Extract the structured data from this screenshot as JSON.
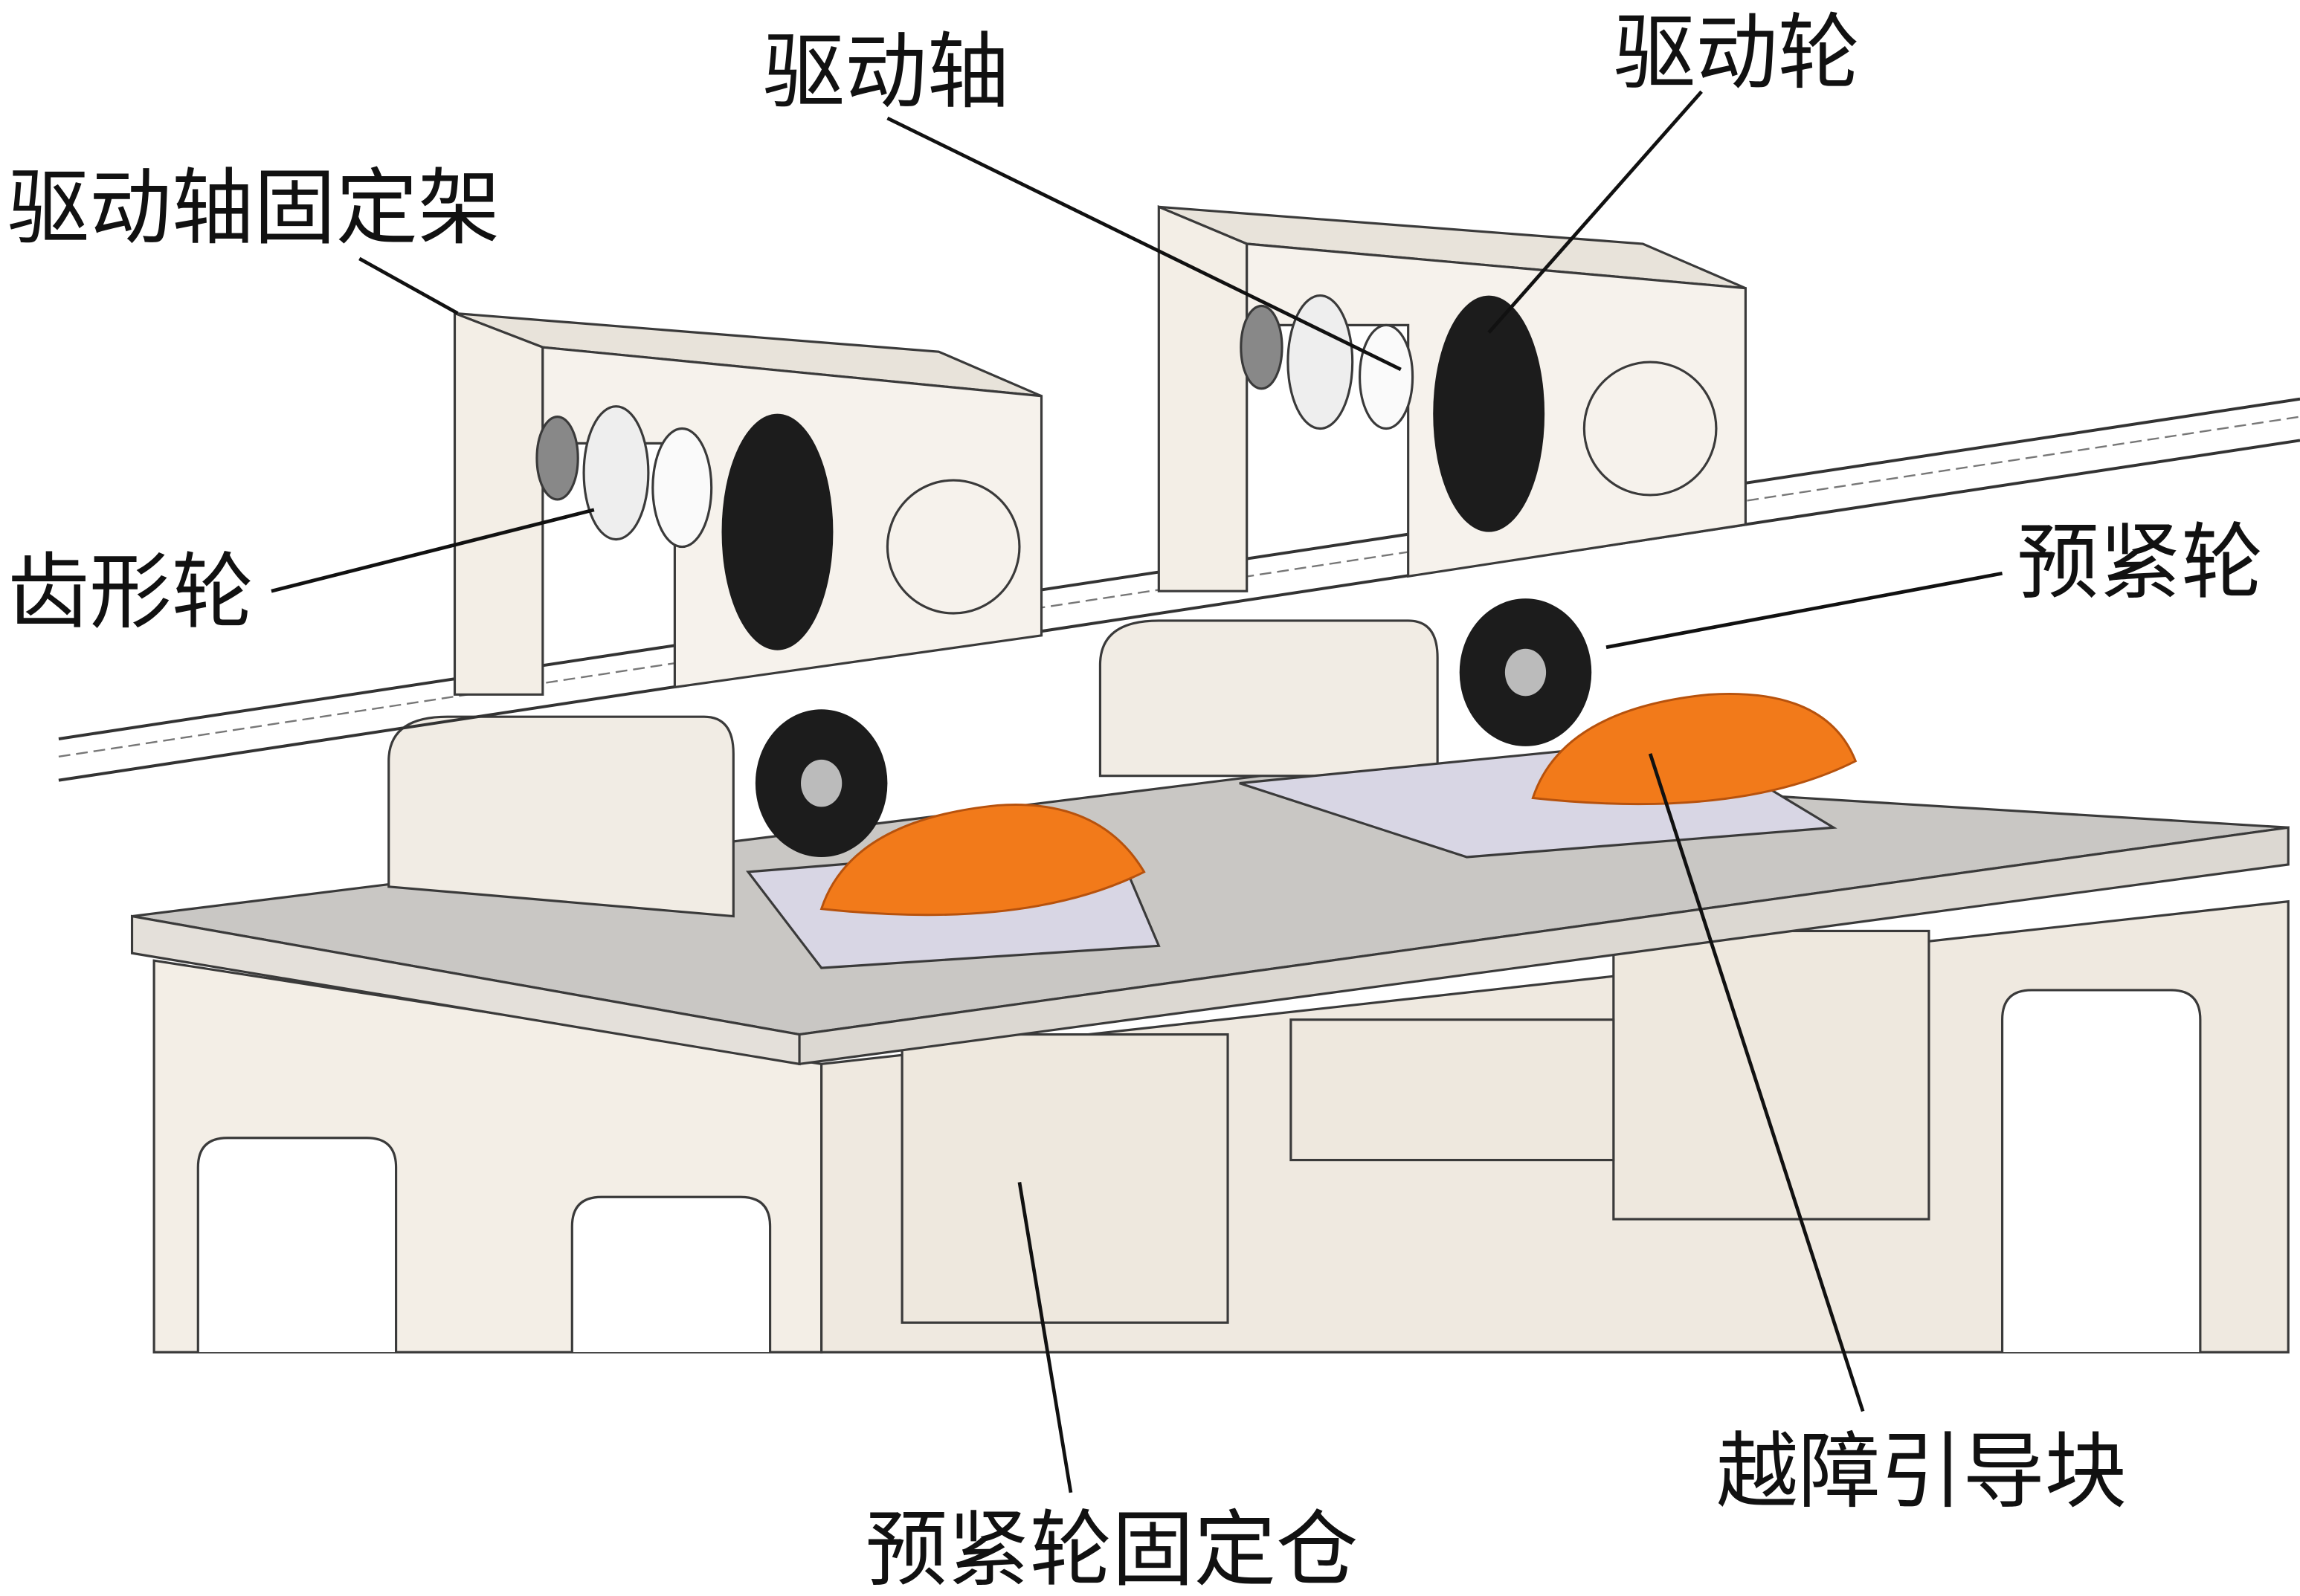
{
  "labels": {
    "drive_shaft_bracket": "驱动轴固定架",
    "drive_shaft": "驱动轴",
    "drive_wheel": "驱动轮",
    "toothed_wheel": "齿形轮",
    "preload_wheel": "预紧轮",
    "obstacle_guide_block": "越障引导块",
    "preload_wheel_housing": "预紧轮固定仓"
  },
  "colors": {
    "frame": "#f1ece4",
    "plate": "#c9c7c4",
    "wheel": "#1c1c1c",
    "guide_block": "#f27a1a"
  }
}
